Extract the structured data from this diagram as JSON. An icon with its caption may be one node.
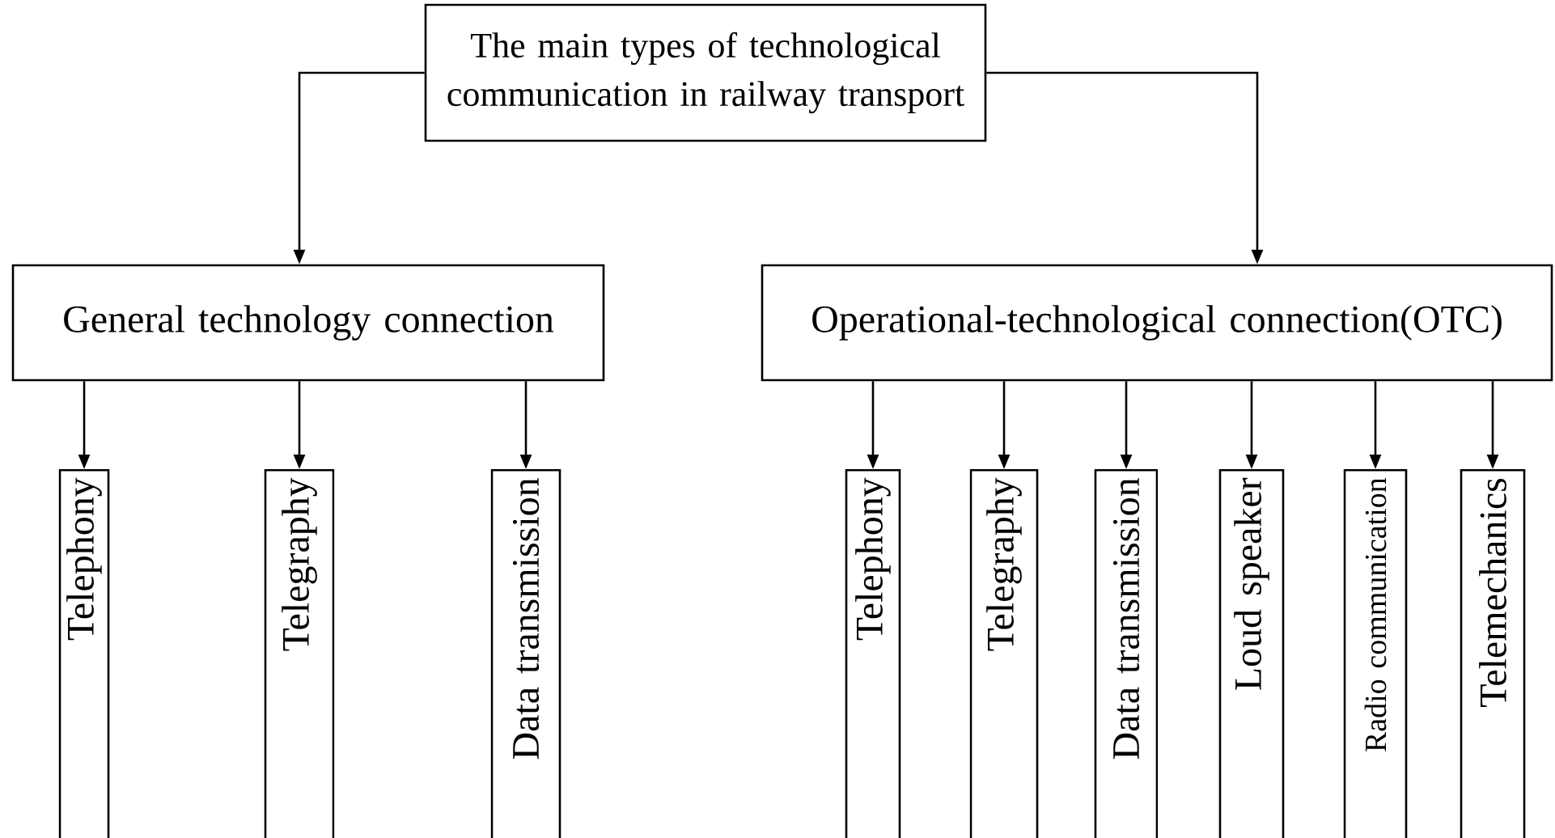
{
  "diagram": {
    "nodes": [
      {
        "text": [
          "The main types of technological communication in railway transport"
        ]
      },
      {
        "text": [
          "General technology connection"
        ]
      },
      {
        "text": [
          "Operational-technological connection(OTC)"
        ]
      },
      {
        "text": [
          "Telephony"
        ]
      },
      {
        "text": [
          "Telegraphy"
        ]
      },
      {
        "text": [
          "Data transmission"
        ]
      },
      {
        "text": [
          "Telephony"
        ]
      },
      {
        "text": [
          "Telegraphy"
        ]
      },
      {
        "text": [
          "Data transmission"
        ]
      },
      {
        "text": [
          "Loud speaker"
        ]
      },
      {
        "text": [
          "Radio communication"
        ]
      },
      {
        "text": [
          "Telemechanics"
        ]
      }
    ],
    "edges": [
      {
        "from": 0,
        "to": 1,
        "arrow": "to"
      },
      {
        "from": 0,
        "to": 2,
        "arrow": "to"
      },
      {
        "from": 1,
        "to": 3,
        "arrow": "to"
      },
      {
        "from": 1,
        "to": 4,
        "arrow": "to"
      },
      {
        "from": 1,
        "to": 5,
        "arrow": "to"
      },
      {
        "from": 2,
        "to": 6,
        "arrow": "to"
      },
      {
        "from": 2,
        "to": 7,
        "arrow": "to"
      },
      {
        "from": 2,
        "to": 8,
        "arrow": "to"
      },
      {
        "from": 2,
        "to": 9,
        "arrow": "to"
      },
      {
        "from": 2,
        "to": 10,
        "arrow": "to"
      },
      {
        "from": 2,
        "to": 11,
        "arrow": "to"
      }
    ]
  }
}
